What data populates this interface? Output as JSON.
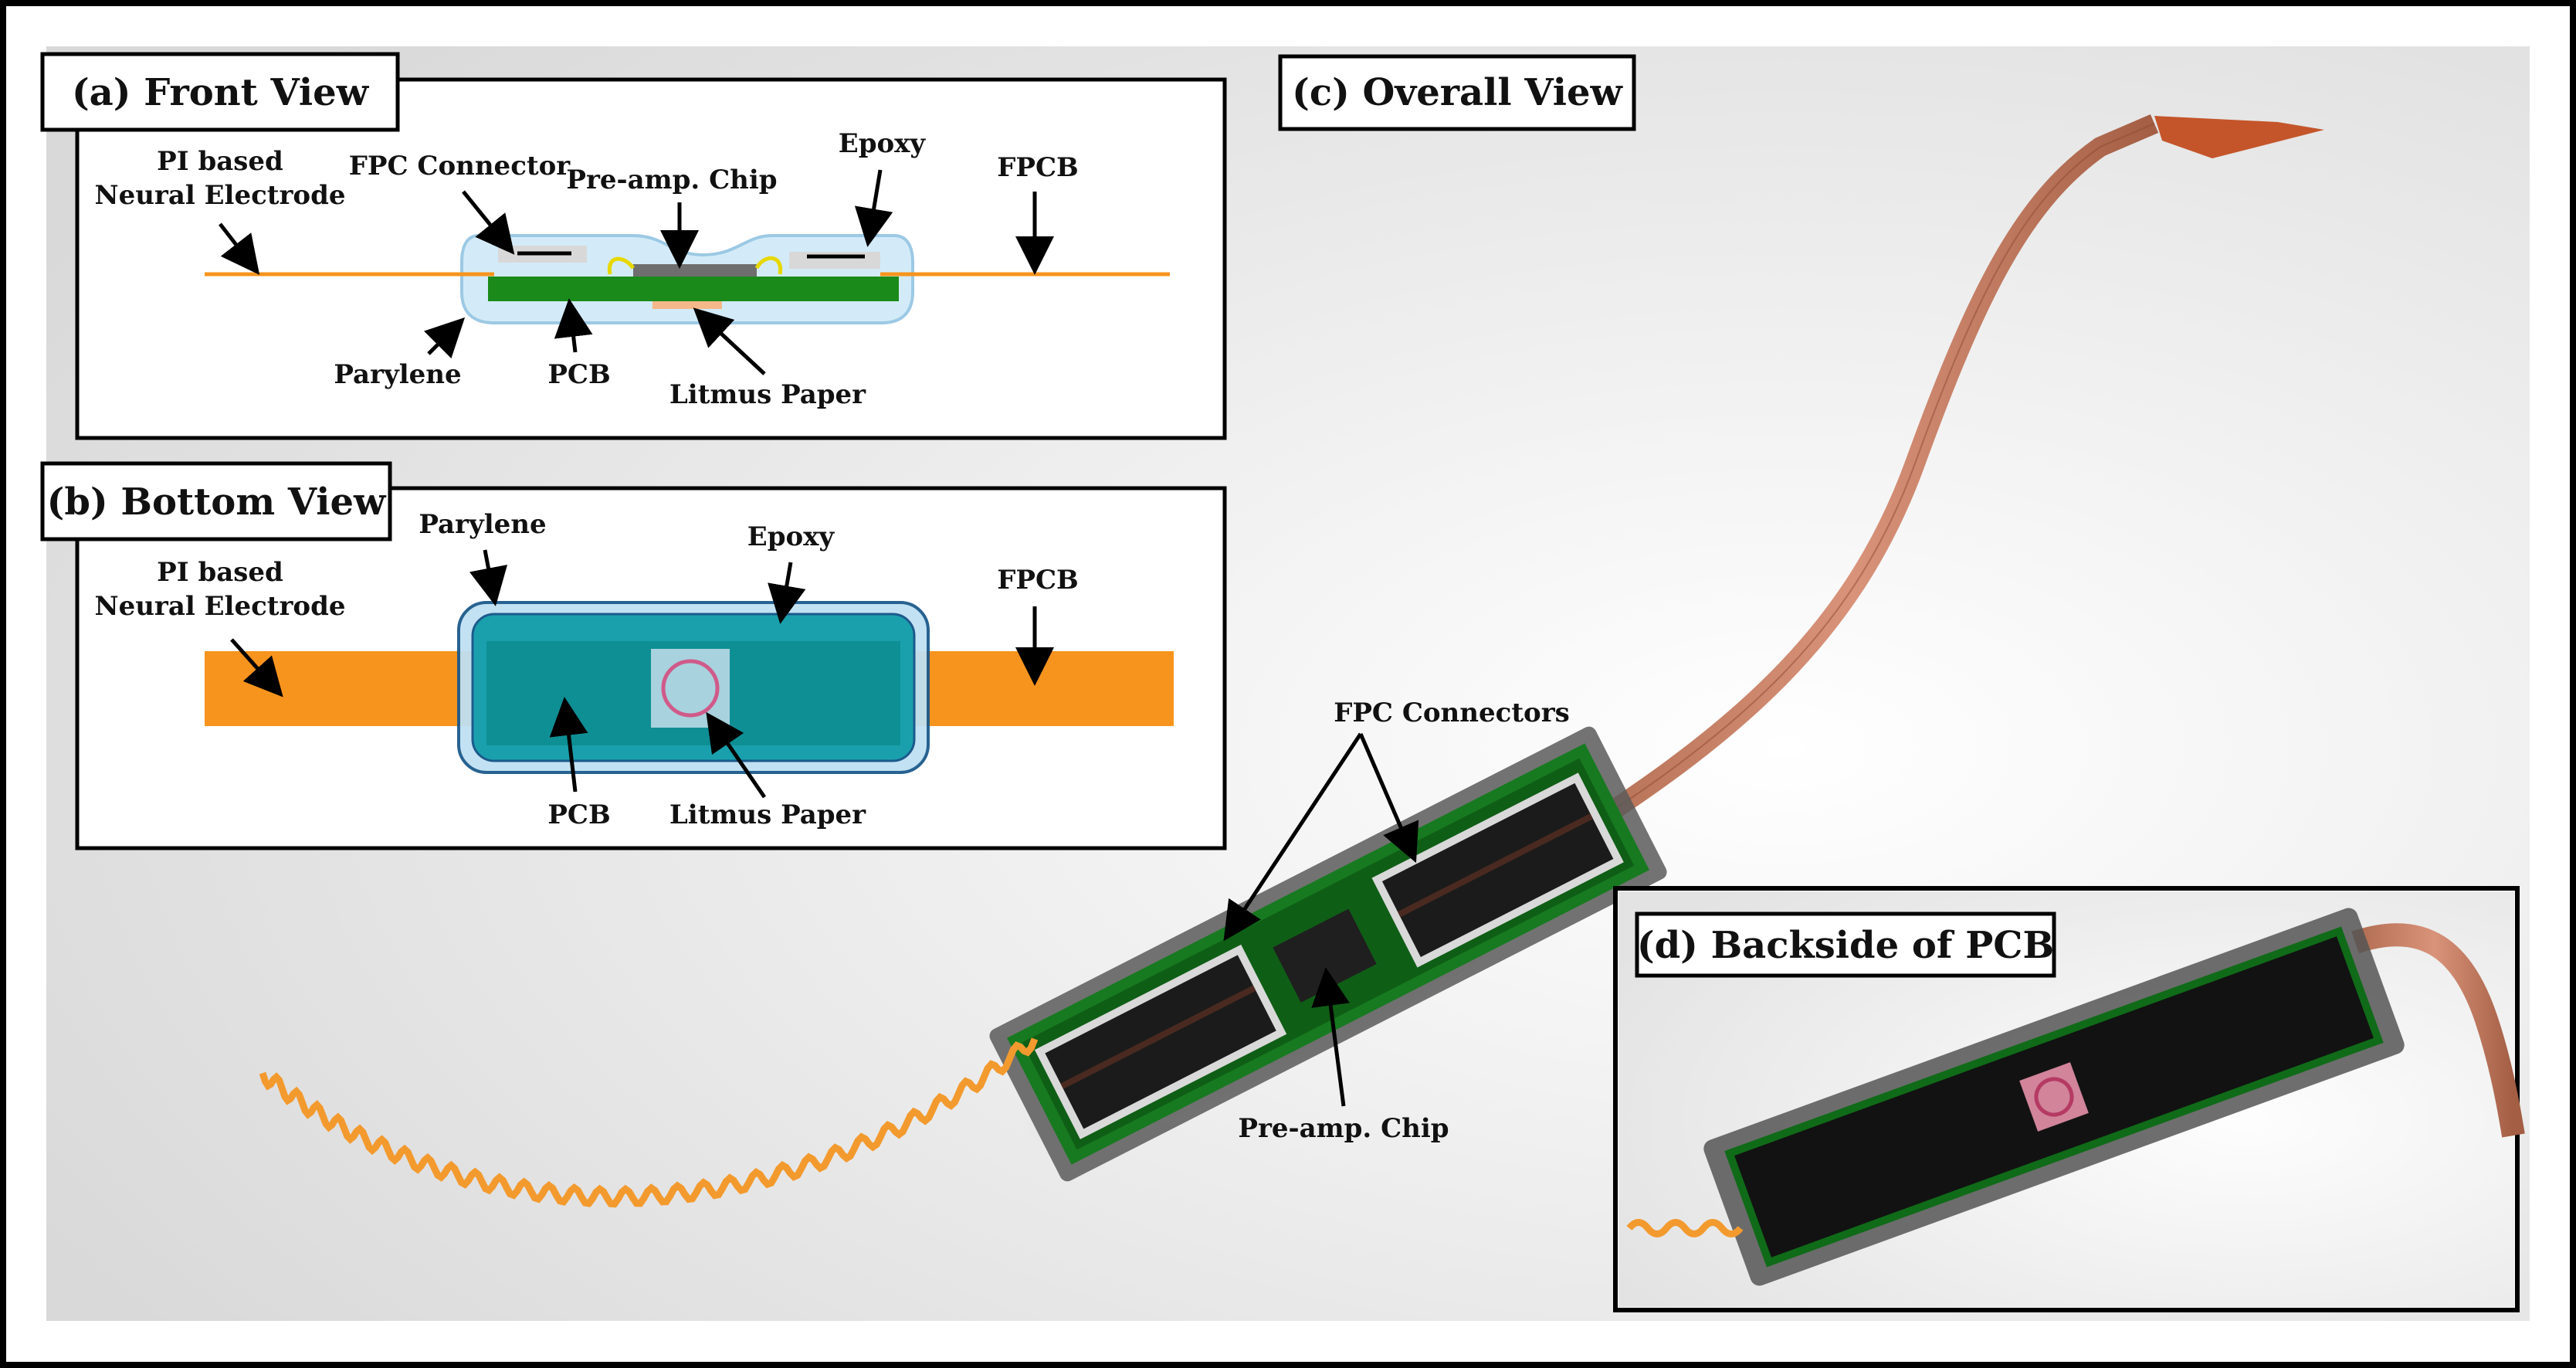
{
  "panels": {
    "front": {
      "title": "(a) Front View"
    },
    "bottom": {
      "title": "(b) Bottom View"
    },
    "overall": {
      "title": "(c) Overall View"
    },
    "backside": {
      "title": "(d) Backside of PCB"
    }
  },
  "front_labels": {
    "electrode_line1": "PI based",
    "electrode_line2": "Neural  Electrode",
    "connector": "FPC Connector",
    "chip": "Pre-amp. Chip",
    "epoxy": "Epoxy",
    "fpcb": "FPCB",
    "parylene": "Parylene",
    "pcb": "PCB",
    "litmus": "Litmus  Paper"
  },
  "bottom_labels": {
    "electrode_line1": "PI based",
    "electrode_line2": "Neural  Electrode",
    "parylene": "Parylene",
    "epoxy": "Epoxy",
    "fpcb": "FPCB",
    "pcb": "PCB",
    "litmus": "Litmus  Paper"
  },
  "overall_labels": {
    "connectors": "FPC Connectors",
    "chip": "Pre-amp. Chip"
  },
  "colors": {
    "electrode_orange": "#f7941d",
    "pcb_green": "#1a8a1a",
    "parylene_blue": "#bfe0f2",
    "epoxy_teal": "#159aa6",
    "litmus_pink": "#d67aa0",
    "fpcb_copper": "#c07a5c"
  }
}
